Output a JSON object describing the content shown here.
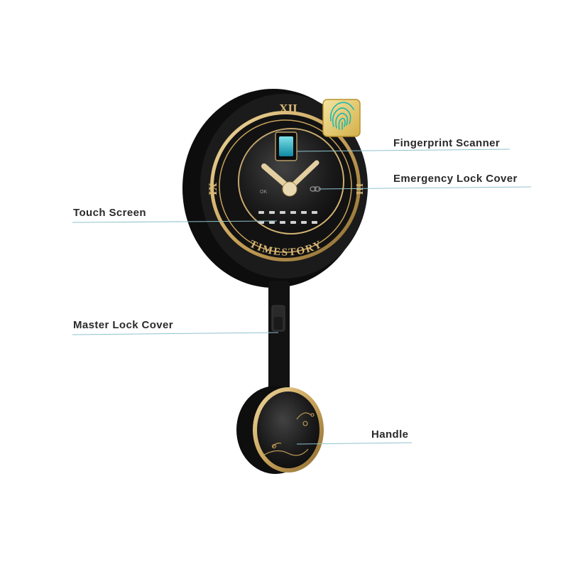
{
  "device": {
    "brand_text": "TIMESTORY",
    "numerals": {
      "top": "XII",
      "left": "IX",
      "right": "III"
    },
    "screen_ok": "OK"
  },
  "callouts": [
    {
      "id": "fingerprint",
      "label": "Fingerprint Scanner"
    },
    {
      "id": "emergency",
      "label": "Emergency Lock Cover"
    },
    {
      "id": "touch",
      "label": "Touch Screen"
    },
    {
      "id": "master",
      "label": "Master Lock Cover"
    },
    {
      "id": "handle",
      "label": "Handle"
    }
  ],
  "colors": {
    "body": "#141414",
    "gold": "#c9a35a",
    "leader": "#8fc3cc",
    "fingerprint_bg": "#e9d27a",
    "fingerprint_lines": "#1fb7b0",
    "sensor": "#1bb3c8"
  },
  "icons": {
    "fingerprint": "fingerprint-icon",
    "lock": "link-icon"
  }
}
